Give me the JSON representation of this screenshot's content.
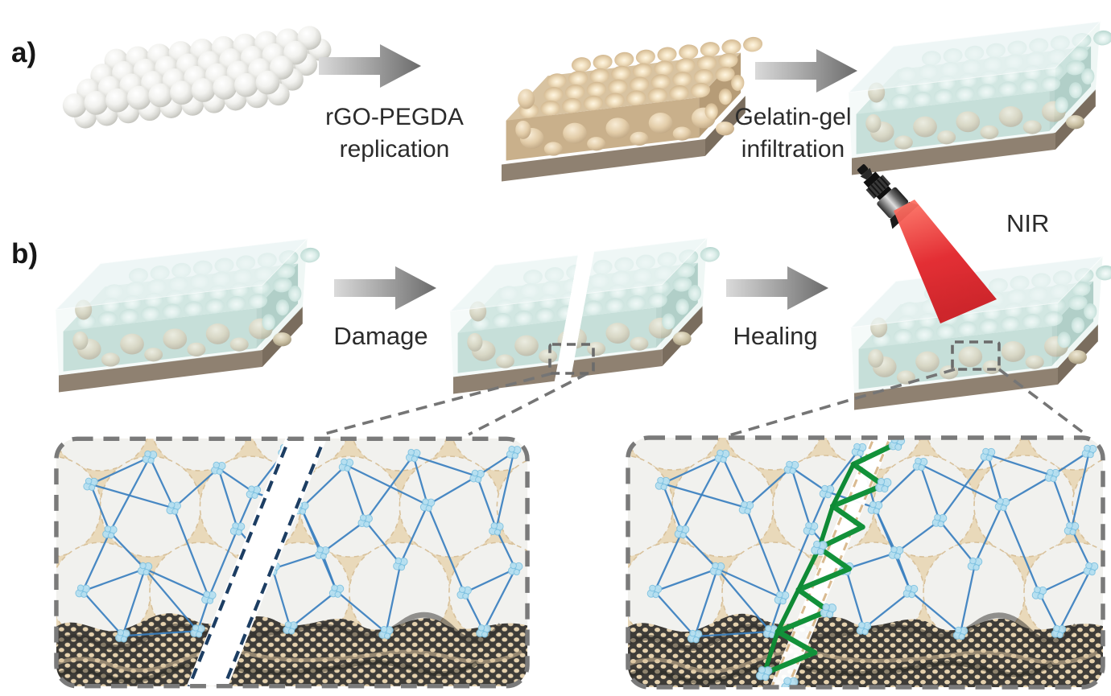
{
  "panel_a": {
    "label": "a)",
    "step1": [
      "rGO-PEGDA",
      "replication"
    ],
    "step2": [
      "Gelatin-gel",
      "infiltration"
    ]
  },
  "panel_b": {
    "label": "b)",
    "step1": "Damage",
    "step2": "Healing",
    "nir": "NIR"
  },
  "colors": {
    "arrow_gray": "#6e6e6e",
    "template_sphere_white": "#efefec",
    "inverse_opal_tan": "#d8c3a1",
    "substrate_brown": "#8f8171",
    "gel_teal": "#c3ded8",
    "network_blue": "#3a80c0",
    "node_light_blue": "#b7e0f1",
    "crack_dash_navy": "#1d3e63",
    "healing_green": "#12913a",
    "nir_beam_red": "#e2242a",
    "rgo_mesh_dark": "#3e3c38",
    "pore_tan": "#e9d9ba",
    "inset_border_gray": "#7a7a7a"
  }
}
